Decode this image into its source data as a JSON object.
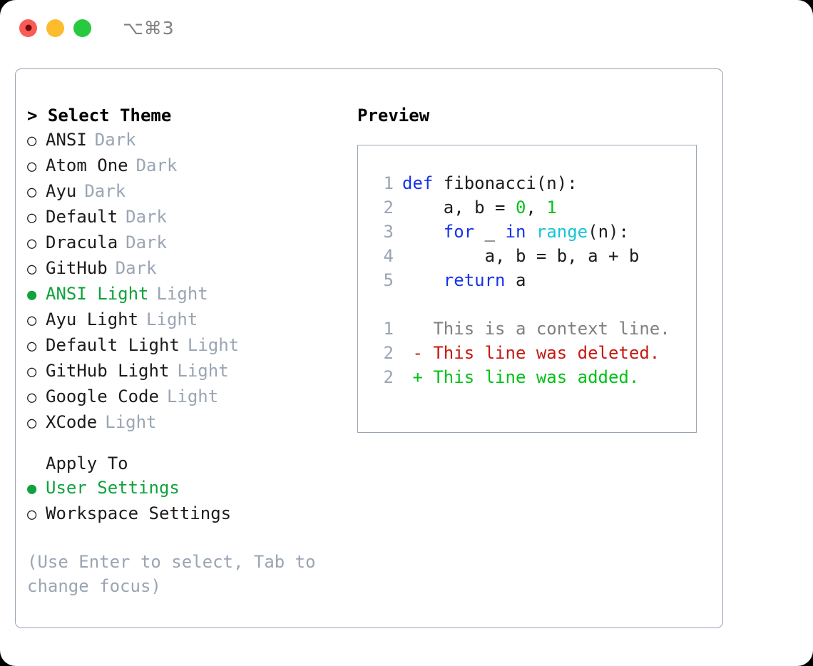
{
  "window": {
    "shortcut_label": "⌥⌘3",
    "traffic_lights": [
      {
        "name": "close",
        "color": "#fb5b57"
      },
      {
        "name": "minimize",
        "color": "#fdbc2e"
      },
      {
        "name": "zoom",
        "color": "#28c83f"
      }
    ]
  },
  "left_pane": {
    "title": "> Select Theme",
    "themes": [
      {
        "marker": "○",
        "name": "ANSI",
        "suffix": "Dark",
        "selected": false
      },
      {
        "marker": "○",
        "name": "Atom One",
        "suffix": "Dark",
        "selected": false
      },
      {
        "marker": "○",
        "name": "Ayu",
        "suffix": "Dark",
        "selected": false
      },
      {
        "marker": "○",
        "name": "Default",
        "suffix": "Dark",
        "selected": false
      },
      {
        "marker": "○",
        "name": "Dracula",
        "suffix": "Dark",
        "selected": false
      },
      {
        "marker": "○",
        "name": "GitHub",
        "suffix": "Dark",
        "selected": false
      },
      {
        "marker": "●",
        "name": "ANSI Light",
        "suffix": "Light",
        "selected": true
      },
      {
        "marker": "○",
        "name": "Ayu Light",
        "suffix": "Light",
        "selected": false
      },
      {
        "marker": "○",
        "name": "Default Light",
        "suffix": "Light",
        "selected": false
      },
      {
        "marker": "○",
        "name": "GitHub Light",
        "suffix": "Light",
        "selected": false
      },
      {
        "marker": "○",
        "name": "Google Code",
        "suffix": "Light",
        "selected": false
      },
      {
        "marker": "○",
        "name": "XCode",
        "suffix": "Light",
        "selected": false
      }
    ],
    "apply_to": {
      "heading": "Apply To",
      "options": [
        {
          "marker": "●",
          "name": "User Settings",
          "selected": true
        },
        {
          "marker": "○",
          "name": "Workspace Settings",
          "selected": false
        }
      ]
    },
    "hint": "(Use Enter to select, Tab to change focus)"
  },
  "right_pane": {
    "title": "Preview",
    "code_lines": [
      {
        "lineno": "1",
        "tokens": [
          {
            "text": "def ",
            "type": "kw"
          },
          {
            "text": "fibonacci(n):",
            "type": "plain"
          }
        ]
      },
      {
        "lineno": "2",
        "tokens": [
          {
            "text": "    a, b = ",
            "type": "plain"
          },
          {
            "text": "0",
            "type": "num"
          },
          {
            "text": ", ",
            "type": "plain"
          },
          {
            "text": "1",
            "type": "num"
          }
        ]
      },
      {
        "lineno": "3",
        "tokens": [
          {
            "text": "    ",
            "type": "plain"
          },
          {
            "text": "for",
            "type": "kw"
          },
          {
            "text": " _ ",
            "type": "plain"
          },
          {
            "text": "in",
            "type": "kw"
          },
          {
            "text": " ",
            "type": "plain"
          },
          {
            "text": "range",
            "type": "fn"
          },
          {
            "text": "(n):",
            "type": "plain"
          }
        ]
      },
      {
        "lineno": "4",
        "tokens": [
          {
            "text": "        a, b = b, a + b",
            "type": "plain"
          }
        ]
      },
      {
        "lineno": "5",
        "tokens": [
          {
            "text": "    ",
            "type": "plain"
          },
          {
            "text": "return",
            "type": "kw"
          },
          {
            "text": " a",
            "type": "plain"
          }
        ]
      }
    ],
    "diff_lines": [
      {
        "lineno": "1",
        "tokens": [
          {
            "text": "   This is a context line.",
            "type": "ctx"
          }
        ]
      },
      {
        "lineno": "2",
        "tokens": [
          {
            "text": " - This line was deleted.",
            "type": "del"
          }
        ]
      },
      {
        "lineno": "2",
        "tokens": [
          {
            "text": " + This line was added.",
            "type": "add"
          }
        ]
      }
    ]
  },
  "colors": {
    "accent_green": "#10a23c",
    "muted_gray_blue": "#9aa5b4",
    "keyword_blue": "#1733e8",
    "function_cyan": "#16c4d6",
    "number_green": "#00c217",
    "diff_delete_red": "#c41a12",
    "diff_add_green": "#00c217",
    "border_gray": "#9aa5b4"
  }
}
